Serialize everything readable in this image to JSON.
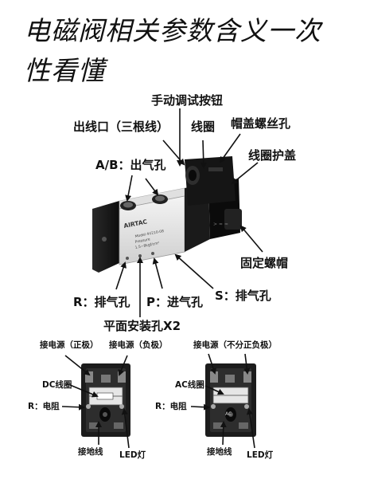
{
  "title": {
    "line1": "电磁阀相关参数含义一次",
    "line2": "性看懂"
  },
  "valve_labels": {
    "manual_button": "手动调试按钮",
    "outlet": "出线口（三根线）",
    "coil": "线圈",
    "cap_nut": "帽盖螺丝孔",
    "coil_cover": "线圈护盖",
    "ab_outlet": "A/B：出气孔",
    "fixing_nut": "固定螺帽",
    "s_exhaust": "S：排气孔",
    "r_exhaust": "R：排气孔",
    "p_inlet": "P：进气孔",
    "mount_holes": "平面安装孔X2"
  },
  "valve_body": {
    "brand": "AIRTAC",
    "model_line1": "Model 4V210-08",
    "model_line2": "Pressure",
    "model_line3": "1.5~8kgf/cm²"
  },
  "dc_connector": {
    "power_pos": "接电源（正极）",
    "power_neg": "接电源（负极）",
    "coil": "DC线圈",
    "resistor": "R：电阻",
    "ground": "接地线",
    "led": "LED灯"
  },
  "ac_connector": {
    "power": "接电源（不分正负极）",
    "coil": "AC线圈",
    "resistor": "R：电阻",
    "ground": "接地线",
    "led": "LED灯",
    "mark": "AC"
  }
}
